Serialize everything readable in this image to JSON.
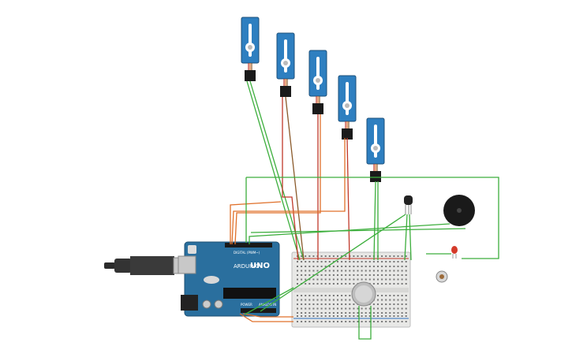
{
  "arduino": {
    "brand": "UNO",
    "logo_text": "ARDUINO",
    "digital_label": "DIGITAL (PWM~)",
    "power_label": "POWER",
    "analog_label": "ANALOG IN",
    "body_color": "#2a6f9e",
    "usb_color": "#b8b8b8"
  },
  "servos": [
    {
      "id": "servo-1",
      "color": "#2e7fc0"
    },
    {
      "id": "servo-2",
      "color": "#2e7fc0"
    },
    {
      "id": "servo-3",
      "color": "#2e7fc0"
    },
    {
      "id": "servo-4",
      "color": "#2e7fc0"
    },
    {
      "id": "servo-5",
      "color": "#2e7fc0"
    }
  ],
  "components": {
    "temp_sensor": "tmp36-sensor-icon",
    "buzzer": "piezo-buzzer-icon",
    "led": "red-led-icon",
    "potentiometer": "potentiometer-icon",
    "gas_sensor": "gas-sensor-icon",
    "breadboard": "breadboard-icon"
  },
  "wire_colors": {
    "signal": "#3cae3c",
    "power": "#e0702a",
    "ground": "#c0392b",
    "brown": "#8a5a2b"
  }
}
